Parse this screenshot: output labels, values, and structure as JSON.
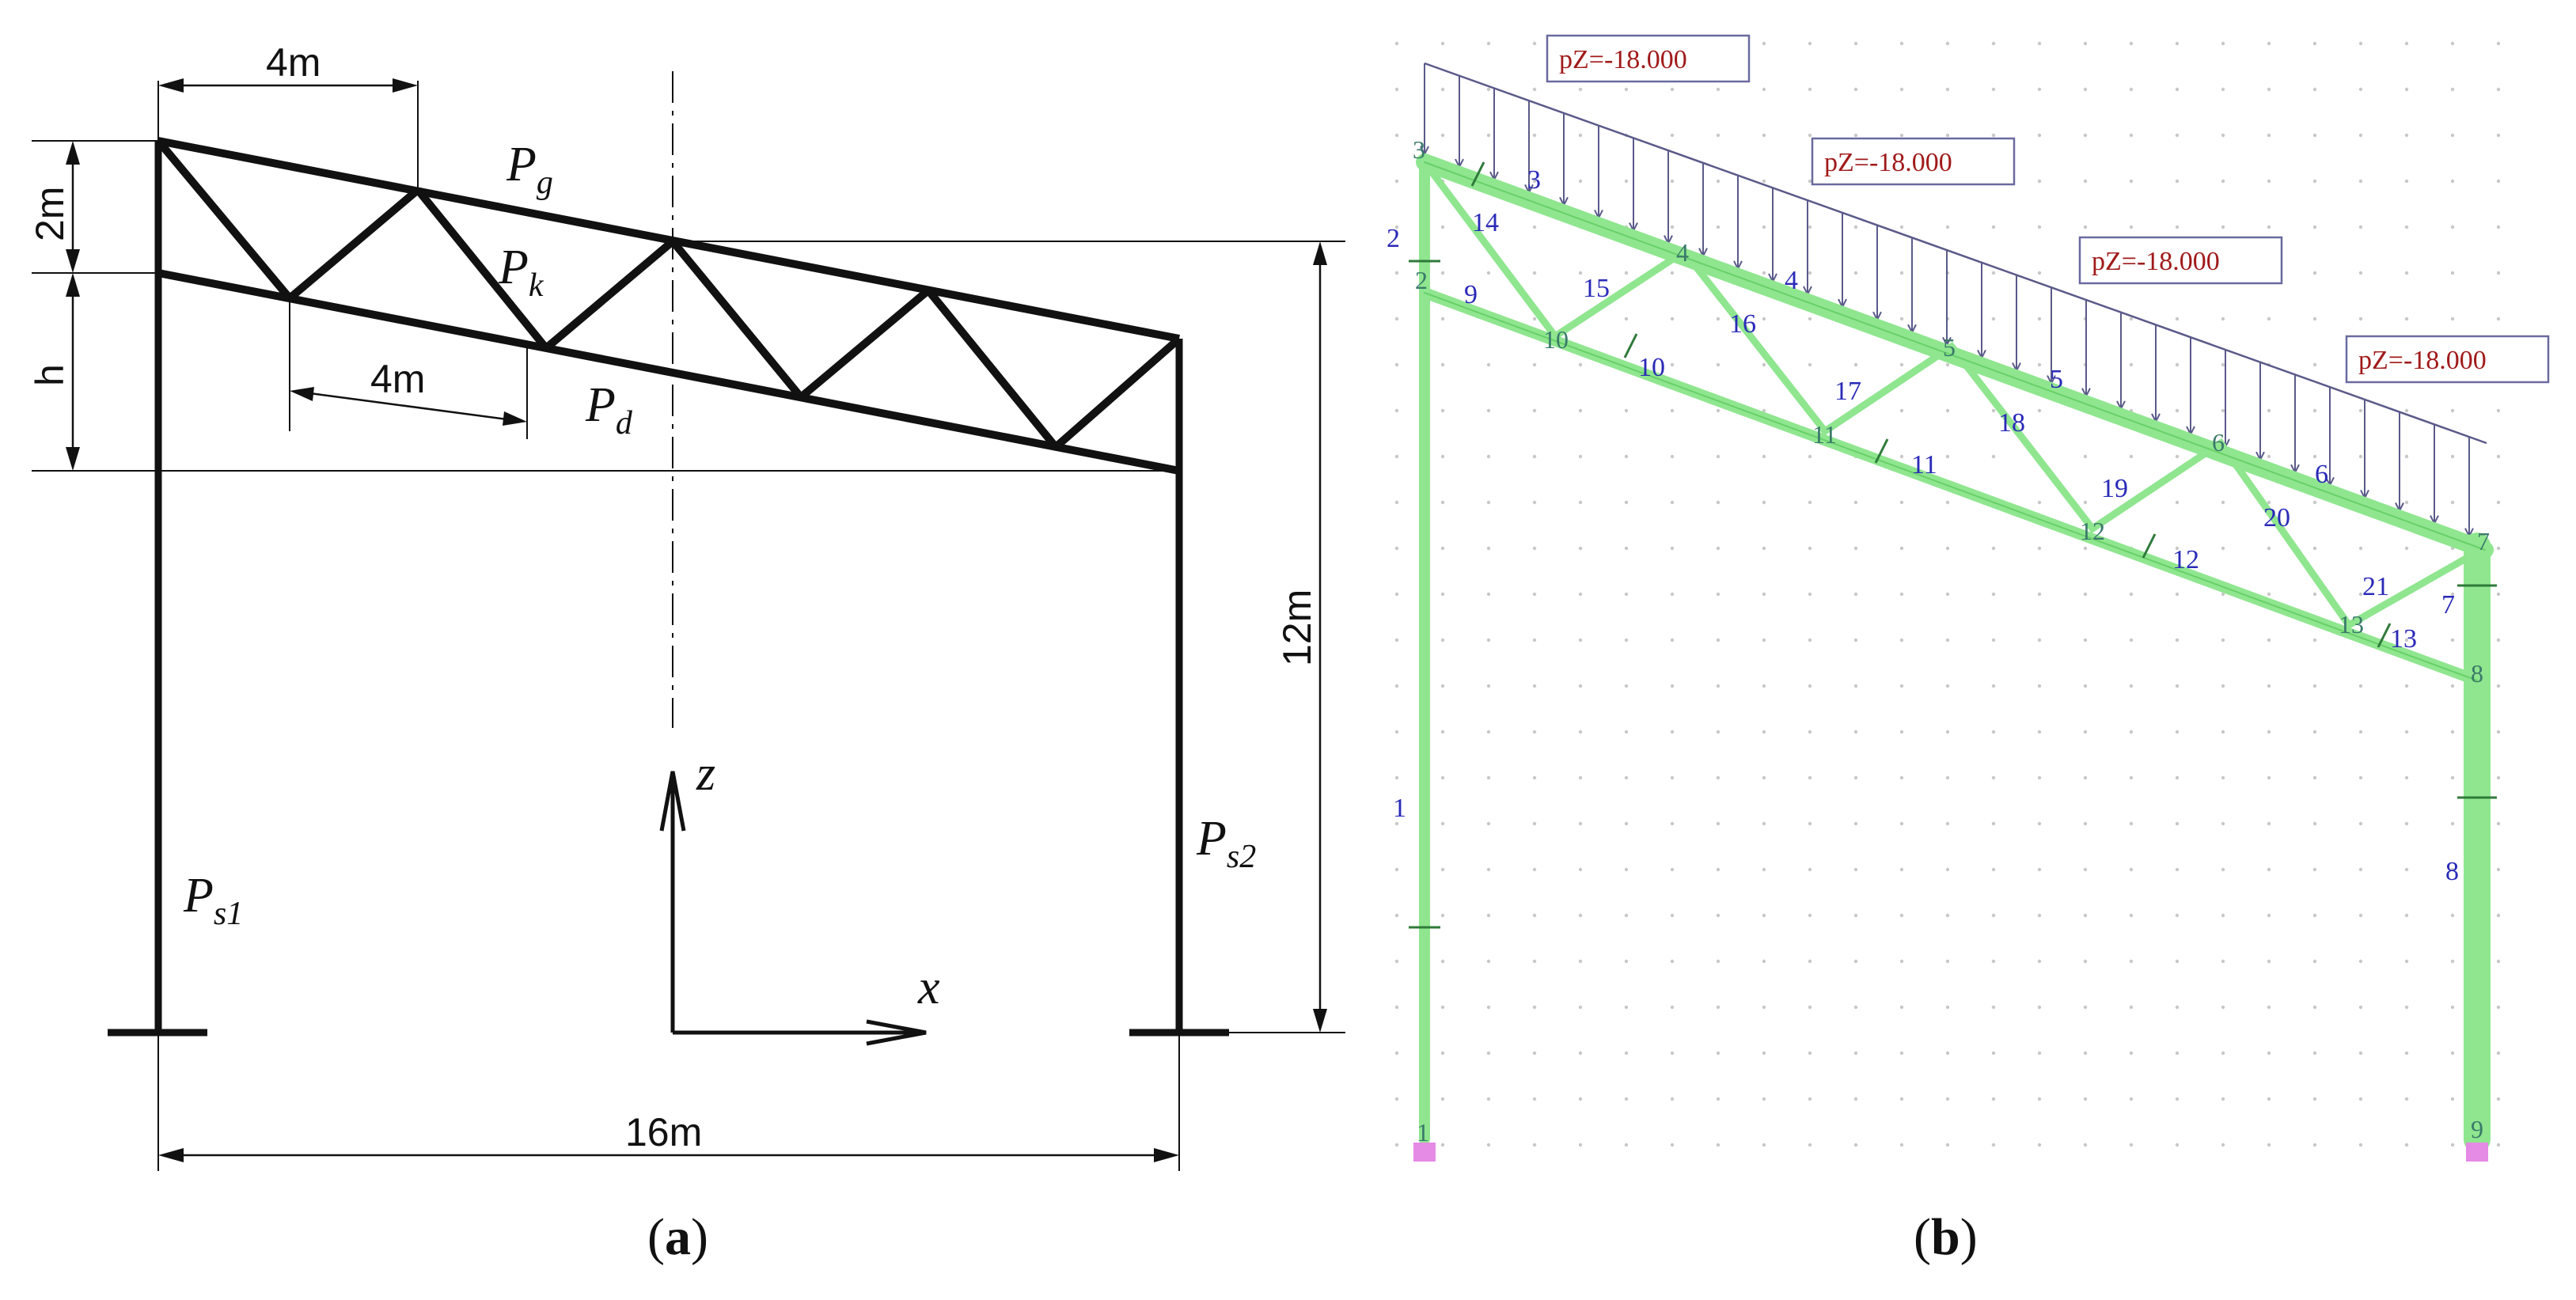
{
  "panel_a": {
    "caption": "(a)",
    "caption_letter": "a",
    "dimensions": {
      "top_spacing": "4m",
      "bottom_spacing": "4m",
      "truss_depth": "2m",
      "h_label": "h",
      "height": "12m",
      "span": "16m"
    },
    "labels": {
      "top_chord": "P",
      "top_chord_sub": "g",
      "diagonal": "P",
      "diagonal_sub": "k",
      "bottom_chord": "P",
      "bottom_chord_sub": "d",
      "left_column": "P",
      "left_column_sub": "s1",
      "right_column": "P",
      "right_column_sub": "s2",
      "axis_z": "z",
      "axis_x": "x"
    }
  },
  "panel_b": {
    "caption": "(b)",
    "caption_letter": "b",
    "loads": [
      "pZ=-18.000",
      "pZ=-18.000",
      "pZ=-18.000",
      "pZ=-18.000"
    ],
    "member_numbers": [
      "1",
      "2",
      "3",
      "4",
      "5",
      "6",
      "7",
      "8",
      "9",
      "10",
      "11",
      "12",
      "13",
      "14",
      "15",
      "16",
      "17",
      "18",
      "19",
      "20",
      "21"
    ],
    "node_numbers": [
      "1",
      "2",
      "3",
      "4",
      "5",
      "6",
      "7",
      "8",
      "9",
      "10",
      "11",
      "12",
      "13"
    ],
    "colors": {
      "member": "#8fe68f",
      "member_edge": "#4fc34f",
      "load_lines": "#5a5a8a",
      "load_box": "#6a6aa0",
      "load_text": "#a01a1a",
      "member_text": "#2a2ab8",
      "support": "#e58ae5"
    }
  }
}
